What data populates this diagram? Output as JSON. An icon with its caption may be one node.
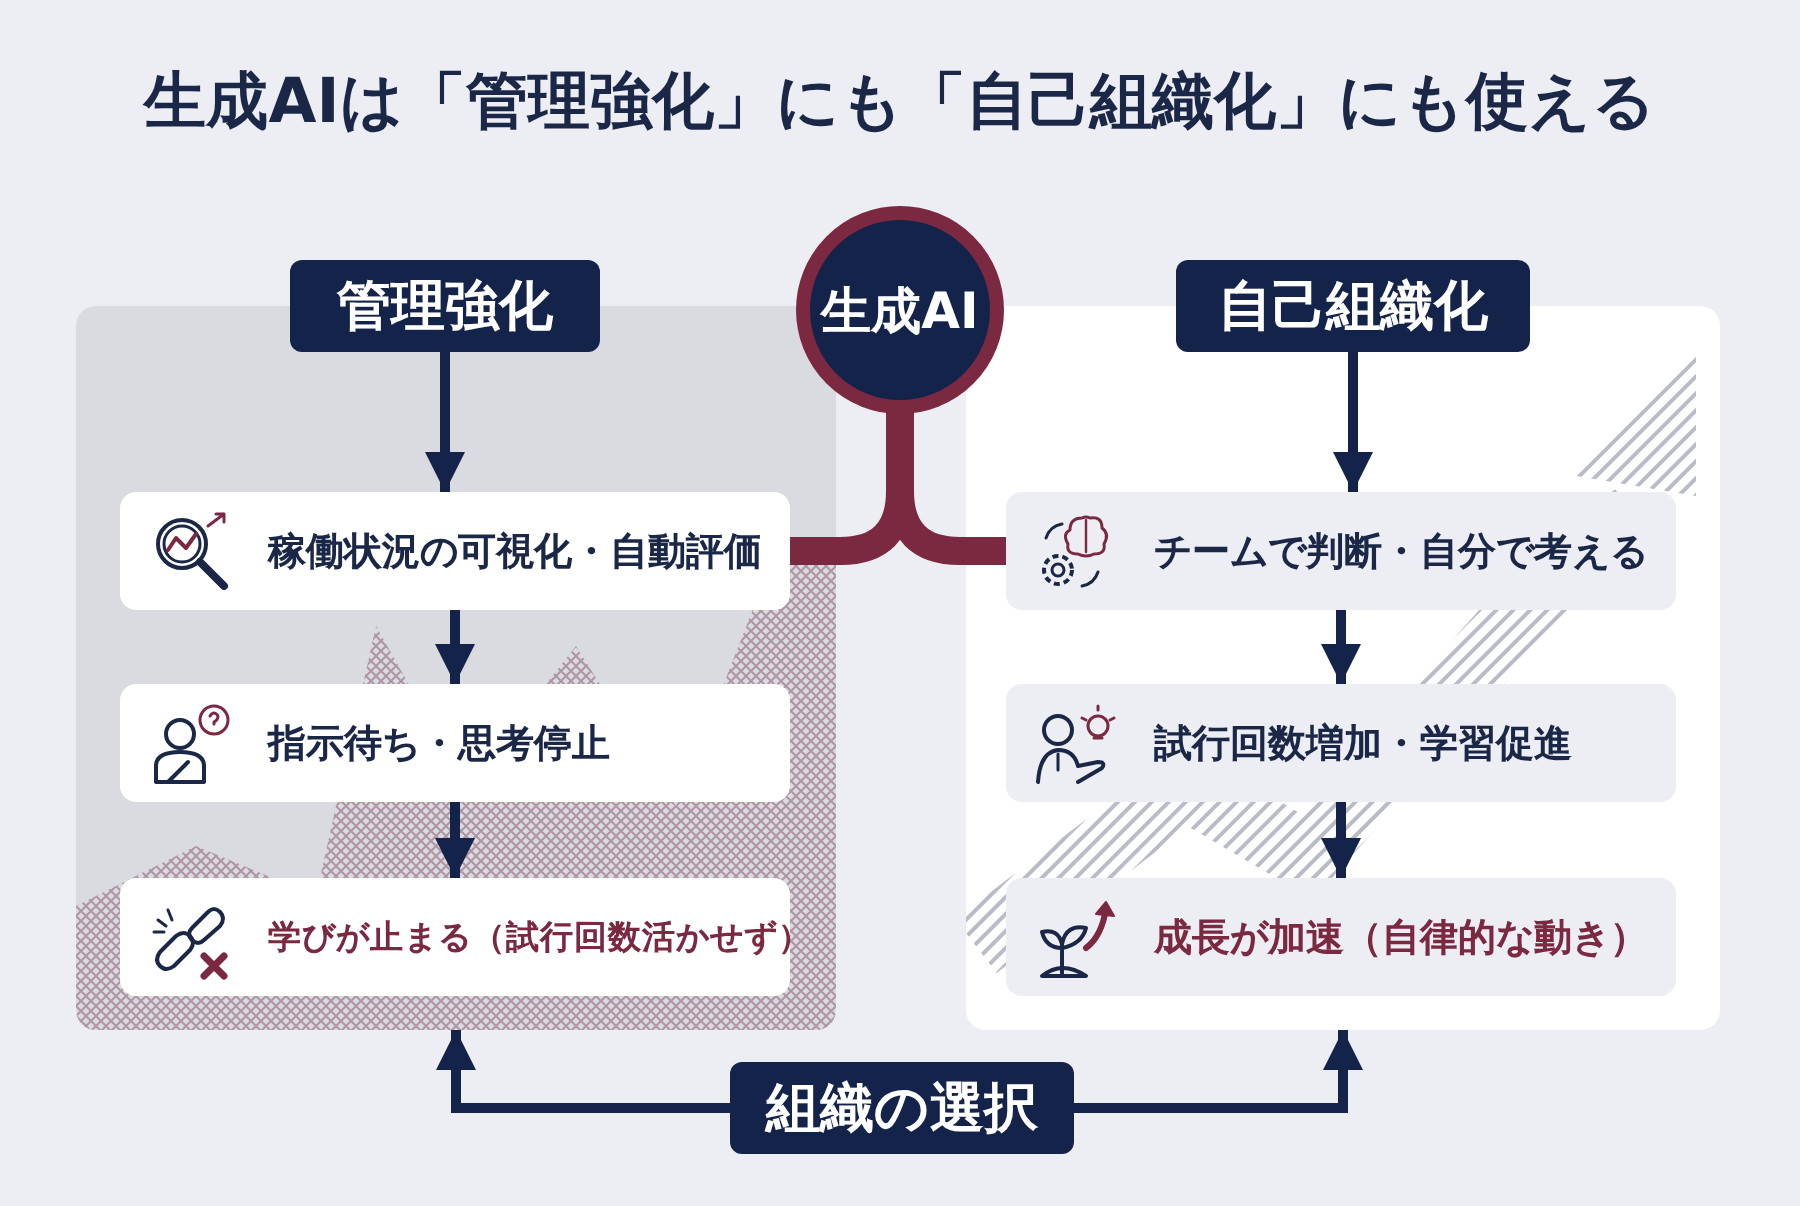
{
  "diagram": {
    "title": "生成AIは「管理強化」にも「自己組織化」にも使える",
    "nodes": [
      {
        "text": [
          "管理強化"
        ]
      },
      {
        "text": [],
        "shape": "box"
      },
      {
        "text": [
          "稼働状況の可視化・自動評価"
        ],
        "in": 1
      },
      {
        "text": [
          "指示待ち・思考停止"
        ],
        "in": 1
      },
      {
        "text": [
          "学びが止まる（試行回数活かせず）"
        ],
        "in": 1
      },
      {
        "text": [
          "生成AI"
        ]
      },
      {
        "text": [
          "自己組織化"
        ]
      },
      {
        "text": [],
        "shape": "box"
      },
      {
        "text": [
          "チームで判断・自分で考える"
        ],
        "in": 7
      },
      {
        "text": [
          "試行回数増加・学習促進"
        ],
        "in": 7
      },
      {
        "text": [
          "成長が加速（自律的な動き）"
        ],
        "in": 7
      },
      {
        "text": [
          "組織の選択"
        ]
      }
    ],
    "edges": [
      {
        "from": 0,
        "to": 2,
        "arrow": "to"
      },
      {
        "from": 2,
        "to": 3,
        "arrow": "to"
      },
      {
        "from": 3,
        "to": 4,
        "arrow": "to"
      },
      {
        "from": 6,
        "to": 8,
        "arrow": "to"
      },
      {
        "from": 8,
        "to": 9,
        "arrow": "to"
      },
      {
        "from": 9,
        "to": 10,
        "arrow": "to"
      },
      {
        "from": 5,
        "to": 2,
        "arrow": "none",
        "style": "thick",
        "color": "#7b2941"
      },
      {
        "from": 5,
        "to": 8,
        "arrow": "none",
        "style": "thick",
        "color": "#7b2941"
      },
      {
        "from": 11,
        "to": 1,
        "arrow": "to"
      },
      {
        "from": 11,
        "to": 7,
        "arrow": "to"
      }
    ]
  }
}
